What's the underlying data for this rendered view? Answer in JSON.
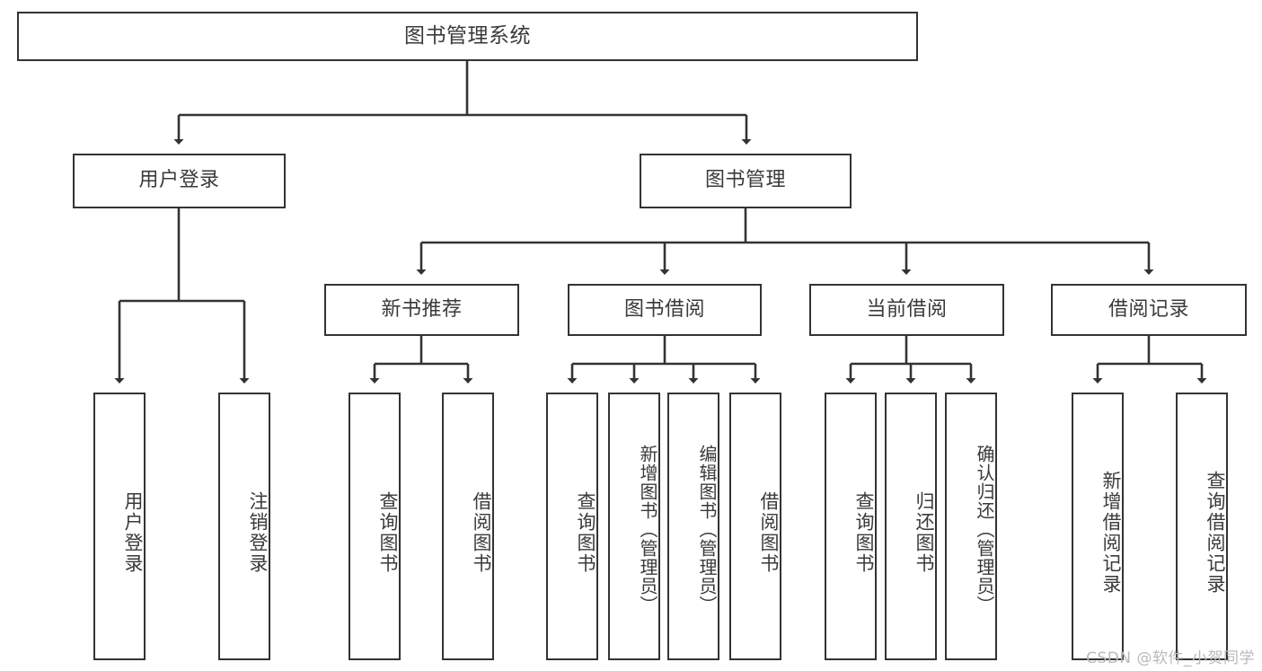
{
  "diagram": {
    "title": "图书管理系统",
    "watermark": "CSDN @软件_小贺同学",
    "colors": {
      "box_border": "#333333",
      "box_fill": "#ffffff",
      "text": "#3a3a3a",
      "connector": "#333333",
      "watermark": "#b9b9b9",
      "background": "#ffffff"
    },
    "nodes": {
      "root": {
        "label": "图书管理系统"
      },
      "level2": [
        {
          "label": "用户登录"
        },
        {
          "label": "图书管理"
        }
      ],
      "level3": [
        {
          "label": "新书推荐"
        },
        {
          "label": "图书借阅"
        },
        {
          "label": "当前借阅"
        },
        {
          "label": "借阅记录"
        }
      ],
      "leaves": {
        "user_login": [
          {
            "label": "用户登录"
          },
          {
            "label": "注销登录"
          }
        ],
        "new_book_recommend": [
          {
            "label": "查询图书"
          },
          {
            "label": "借阅图书"
          }
        ],
        "book_borrow": [
          {
            "label": "查询图书"
          },
          {
            "label": "新增图书（管理员）"
          },
          {
            "label": "编辑图书（管理员）"
          },
          {
            "label": "借阅图书"
          }
        ],
        "current_borrow": [
          {
            "label": "查询图书"
          },
          {
            "label": "归还图书"
          },
          {
            "label": "确认归还（管理员）"
          }
        ],
        "borrow_record": [
          {
            "label": "新增借阅记录"
          },
          {
            "label": "查询借阅记录"
          }
        ]
      }
    }
  }
}
